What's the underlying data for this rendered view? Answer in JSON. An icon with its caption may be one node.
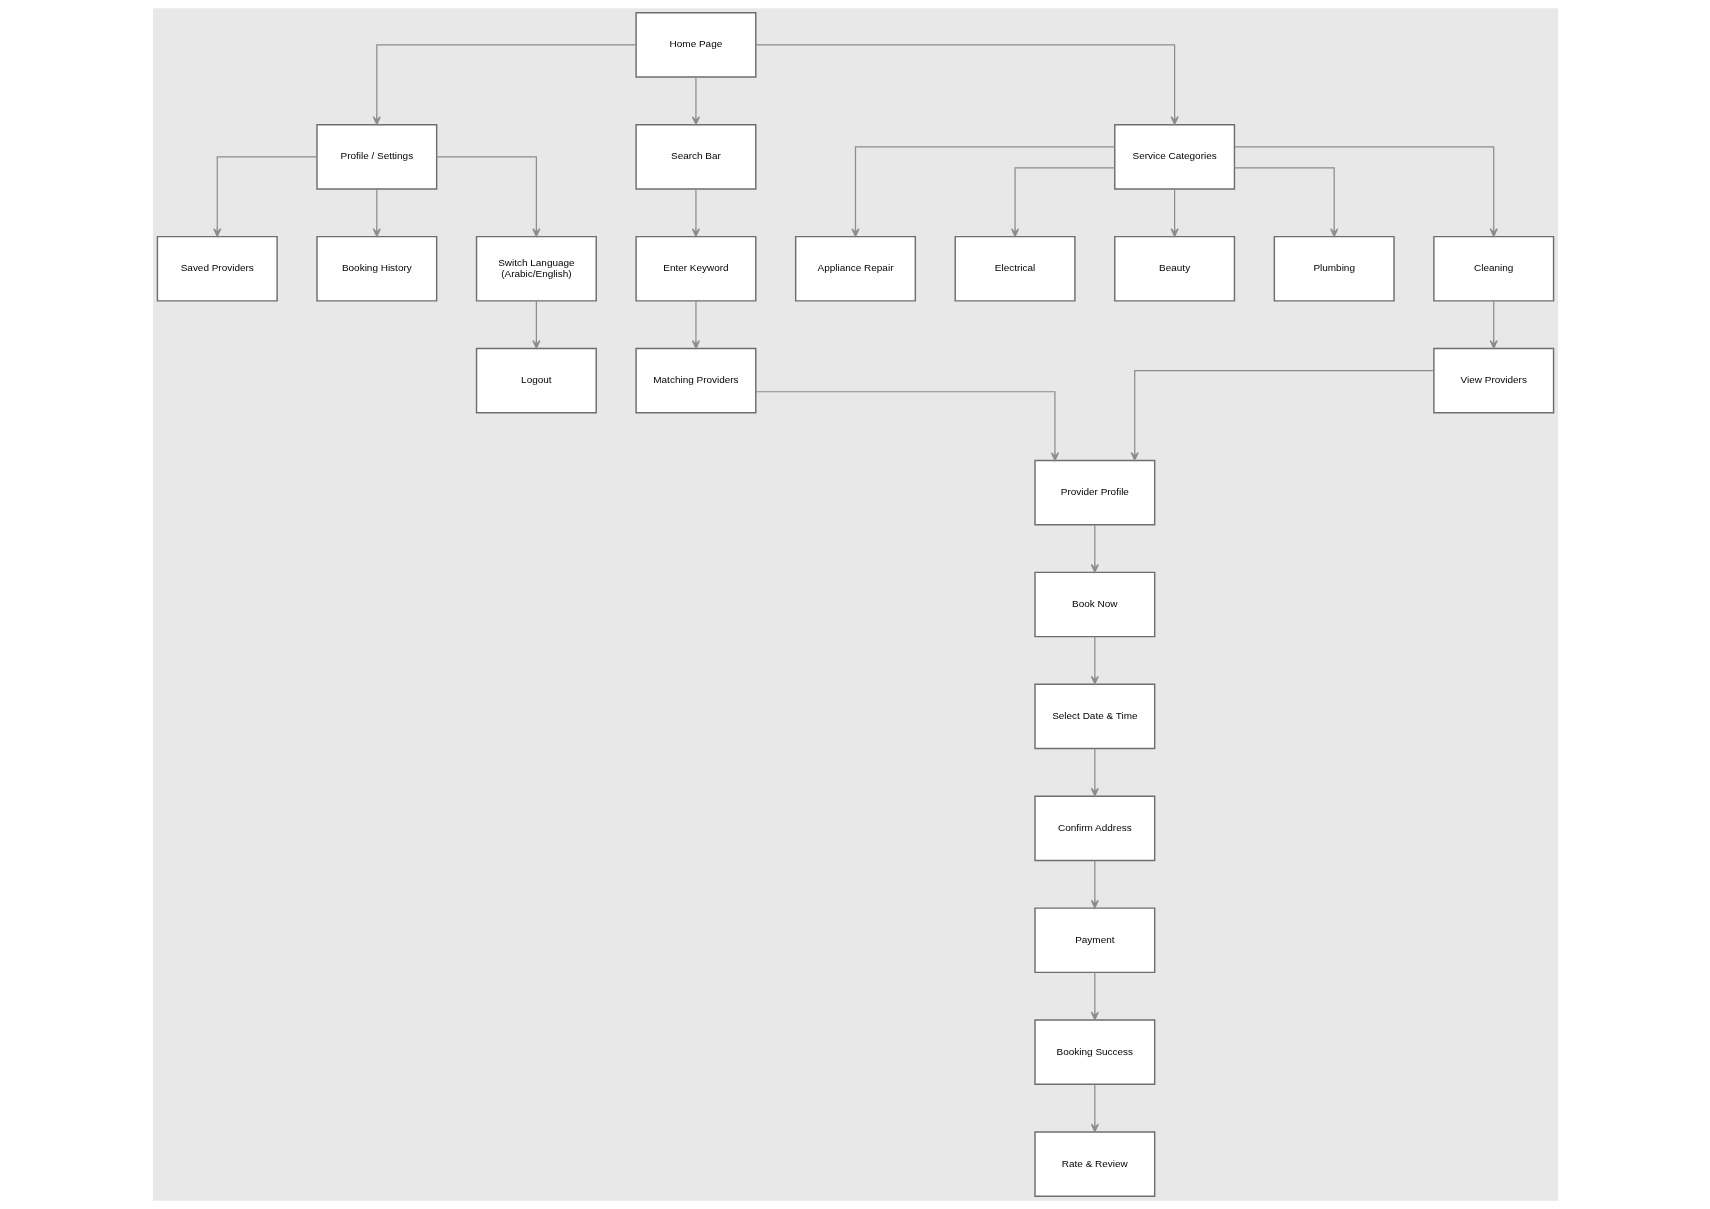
{
  "diagram": {
    "nodes": [
      {
        "text": [
          "Home Page"
        ]
      },
      {
        "text": [
          "Profile / Settings"
        ]
      },
      {
        "text": [
          "Search Bar"
        ]
      },
      {
        "text": [
          "Service Categories"
        ]
      },
      {
        "text": [
          "Saved Providers"
        ]
      },
      {
        "text": [
          "Booking History"
        ]
      },
      {
        "text": [
          "Switch Language (Arabic/English)"
        ]
      },
      {
        "text": [
          "Enter Keyword"
        ]
      },
      {
        "text": [
          "Appliance Repair"
        ]
      },
      {
        "text": [
          "Electrical"
        ]
      },
      {
        "text": [
          "Beauty"
        ]
      },
      {
        "text": [
          "Plumbing"
        ]
      },
      {
        "text": [
          "Cleaning"
        ]
      },
      {
        "text": [
          "Logout"
        ]
      },
      {
        "text": [
          "Matching Providers"
        ]
      },
      {
        "text": [
          "View Providers"
        ]
      },
      {
        "text": [
          "Provider Profile"
        ]
      },
      {
        "text": [
          "Book Now"
        ]
      },
      {
        "text": [
          "Select Date & Time"
        ]
      },
      {
        "text": [
          "Confirm Address"
        ]
      },
      {
        "text": [
          "Payment"
        ]
      },
      {
        "text": [
          "Booking Success"
        ]
      },
      {
        "text": [
          "Rate & Review"
        ]
      }
    ],
    "edges": [
      {
        "from": 0,
        "to": 1,
        "arrow": "to"
      },
      {
        "from": 0,
        "to": 2,
        "arrow": "to"
      },
      {
        "from": 0,
        "to": 3,
        "arrow": "to"
      },
      {
        "from": 1,
        "to": 4,
        "arrow": "to"
      },
      {
        "from": 1,
        "to": 5,
        "arrow": "to"
      },
      {
        "from": 1,
        "to": 6,
        "arrow": "to"
      },
      {
        "from": 2,
        "to": 7,
        "arrow": "to"
      },
      {
        "from": 3,
        "to": 8,
        "arrow": "to"
      },
      {
        "from": 3,
        "to": 9,
        "arrow": "to"
      },
      {
        "from": 3,
        "to": 10,
        "arrow": "to"
      },
      {
        "from": 3,
        "to": 11,
        "arrow": "to"
      },
      {
        "from": 3,
        "to": 12,
        "arrow": "to"
      },
      {
        "from": 6,
        "to": 13,
        "arrow": "to"
      },
      {
        "from": 7,
        "to": 14,
        "arrow": "to"
      },
      {
        "from": 12,
        "to": 15,
        "arrow": "to"
      },
      {
        "from": 14,
        "to": 16,
        "arrow": "to"
      },
      {
        "from": 15,
        "to": 16,
        "arrow": "to"
      },
      {
        "from": 16,
        "to": 17,
        "arrow": "to"
      },
      {
        "from": 17,
        "to": 18,
        "arrow": "to"
      },
      {
        "from": 18,
        "to": 19,
        "arrow": "to"
      },
      {
        "from": 19,
        "to": 20,
        "arrow": "to"
      },
      {
        "from": 20,
        "to": 21,
        "arrow": "to"
      },
      {
        "from": 21,
        "to": 22,
        "arrow": "to"
      }
    ]
  }
}
